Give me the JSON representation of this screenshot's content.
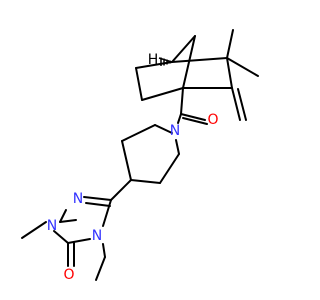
{
  "atom_labels": {
    "n_amide": "N",
    "o_carbonyl": "O",
    "n_triazole_1": "N",
    "n_triazole_2": "N",
    "n_triazole_4": "N",
    "o_triazolone": "O",
    "h_stereo": "H"
  },
  "colors": {
    "nitrogen": "#3333ff",
    "oxygen": "#ff0000",
    "bond": "#000000",
    "background": "#ffffff"
  }
}
